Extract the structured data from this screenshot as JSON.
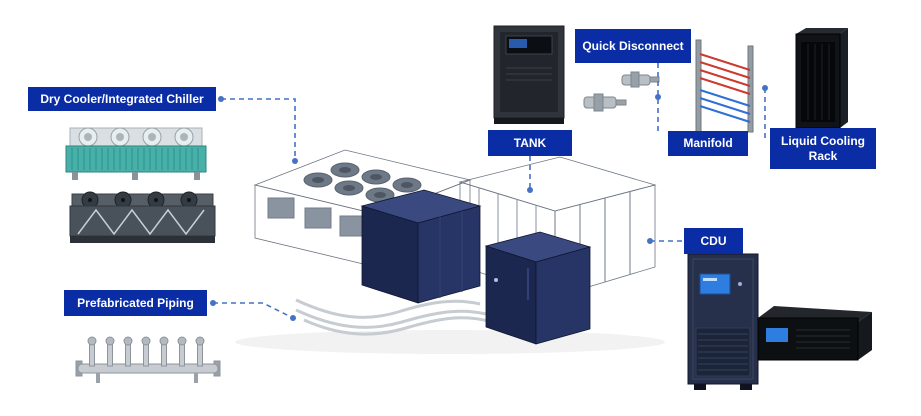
{
  "labels": {
    "dry_cooler": "Dry Cooler/Integrated Chiller",
    "quick_disconnect": "Quick Disconnect",
    "tank": "TANK",
    "manifold": "Manifold",
    "liquid_cooling_rack": "Liquid Cooling Rack",
    "cdu": "CDU",
    "prefabricated_piping": "Prefabricated Piping"
  },
  "colors": {
    "label_bg": "#0a2da6",
    "label_text": "#ffffff",
    "connector": "#4472c4",
    "manifold_hot_line": "#cc3b2f",
    "manifold_cold_line": "#2f6fd6",
    "coil_teal": "#47b0a8",
    "module_navy": "#1c2750",
    "module_gray": "#9aa4b2"
  },
  "illustrations": [
    "dry-cooler-unit",
    "integrated-chiller-unit",
    "prefabricated-piping-assembly",
    "tank-cabinet",
    "quick-disconnect-couplings",
    "manifold-assembly",
    "liquid-cooling-rack-cabinet",
    "cdu-cabinet",
    "rackmount-cooling-unit",
    "containerized-data-center-scene"
  ]
}
